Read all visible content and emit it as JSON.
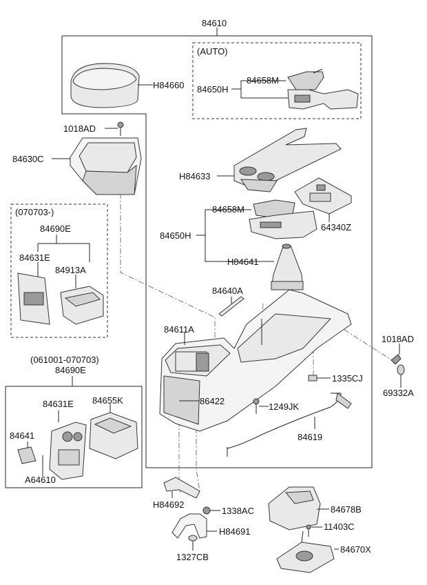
{
  "labels": {
    "assy": "84610",
    "auto": "(AUTO)",
    "h84660": "H84660",
    "m84658_top": "84658M",
    "h84650_top": "84650H",
    "bolt_1018ad_top": "1018AD",
    "c84630": "84630C",
    "h84633": "H84633",
    "date_070703": "(070703-)",
    "e84690_a": "84690E",
    "e84631_a": "84631E",
    "a84913": "84913A",
    "m84658_mid": "84658M",
    "h84650_mid": "84650H",
    "z64340": "64340Z",
    "h84641": "H84641",
    "a84640": "84640A",
    "a84611": "84611A",
    "bolt_1018ad_right": "1018AD",
    "cj1335": "1335CJ",
    "date_range": "(061001-070703)",
    "e84690_b": "84690E",
    "jk1249": "1249JK",
    "a69332": "69332A",
    "e84631_b": "84631E",
    "k84655": "84655K",
    "n86422": "86422",
    "n84641": "84641",
    "n84619": "84619",
    "a64610": "A64610",
    "h84692": "H84692",
    "ac1338": "1338AC",
    "b84678": "84678B",
    "h84691": "H84691",
    "c11403": "11403C",
    "cb1327": "1327CB",
    "x84670": "84670X"
  }
}
